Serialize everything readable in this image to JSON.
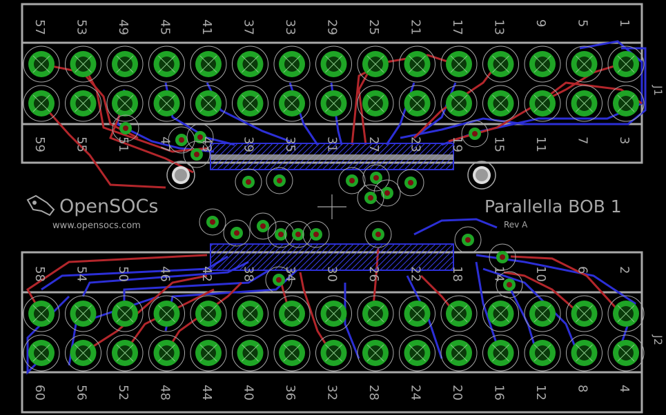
{
  "top_header": {
    "pins": [
      "57",
      "53",
      "49",
      "45",
      "41",
      "37",
      "33",
      "29",
      "25",
      "21",
      "17",
      "13",
      "9",
      "5",
      "1"
    ],
    "ref": "J1"
  },
  "top_footer_pins": [
    "59",
    "55",
    "51",
    "47",
    "43",
    "39",
    "35",
    "31",
    "27",
    "23",
    "19",
    "15",
    "11",
    "7",
    "3"
  ],
  "bottom_header": {
    "pins": [
      "58",
      "54",
      "50",
      "46",
      "42",
      "38",
      "34",
      "30",
      "26",
      "22",
      "18",
      "14",
      "10",
      "6",
      "2"
    ],
    "ref": "J2"
  },
  "bottom_footer_pins": [
    "60",
    "56",
    "52",
    "48",
    "44",
    "40",
    "36",
    "32",
    "28",
    "24",
    "20",
    "16",
    "12",
    "8",
    "4"
  ],
  "logo": {
    "name": "OpenSOCs",
    "url": "www.opensocs.com"
  },
  "board": {
    "title": "Parallella BOB 1",
    "rev": "Rev A"
  },
  "colors": {
    "background": "#000000",
    "silkscreen": "#a8a8a8",
    "pad_ring": "#1fa526",
    "top_copper": "#b3262b",
    "bottom_copper": "#2c2fd6"
  }
}
